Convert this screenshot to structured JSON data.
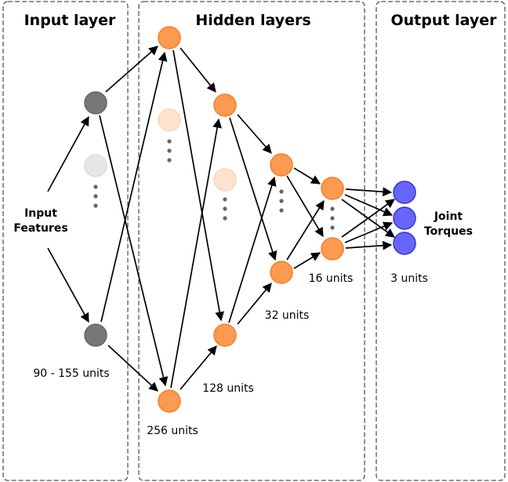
{
  "sections": {
    "input": "Input layer",
    "hidden": "Hidden layers",
    "output": "Output layer"
  },
  "labels": {
    "input_features_line1": "Input",
    "input_features_line2": "Features",
    "input_units": "90 - 155 units",
    "h256_units": "256 units",
    "h128_units": "128 units",
    "h32_units": "32 units",
    "h16_units": "16 units",
    "output_units": "3 units",
    "joint_line1": "Joint",
    "joint_line2": "Torques"
  },
  "colors": {
    "input_node": "#777777",
    "input_node_faded": "#e6e6e6",
    "hidden_node": "#fb9a50",
    "hidden_node_stroke": "#f47f2a",
    "hidden_node_faded": "#fde3cf",
    "output_node": "#6666ff",
    "output_node_stroke": "#3333cc"
  }
}
